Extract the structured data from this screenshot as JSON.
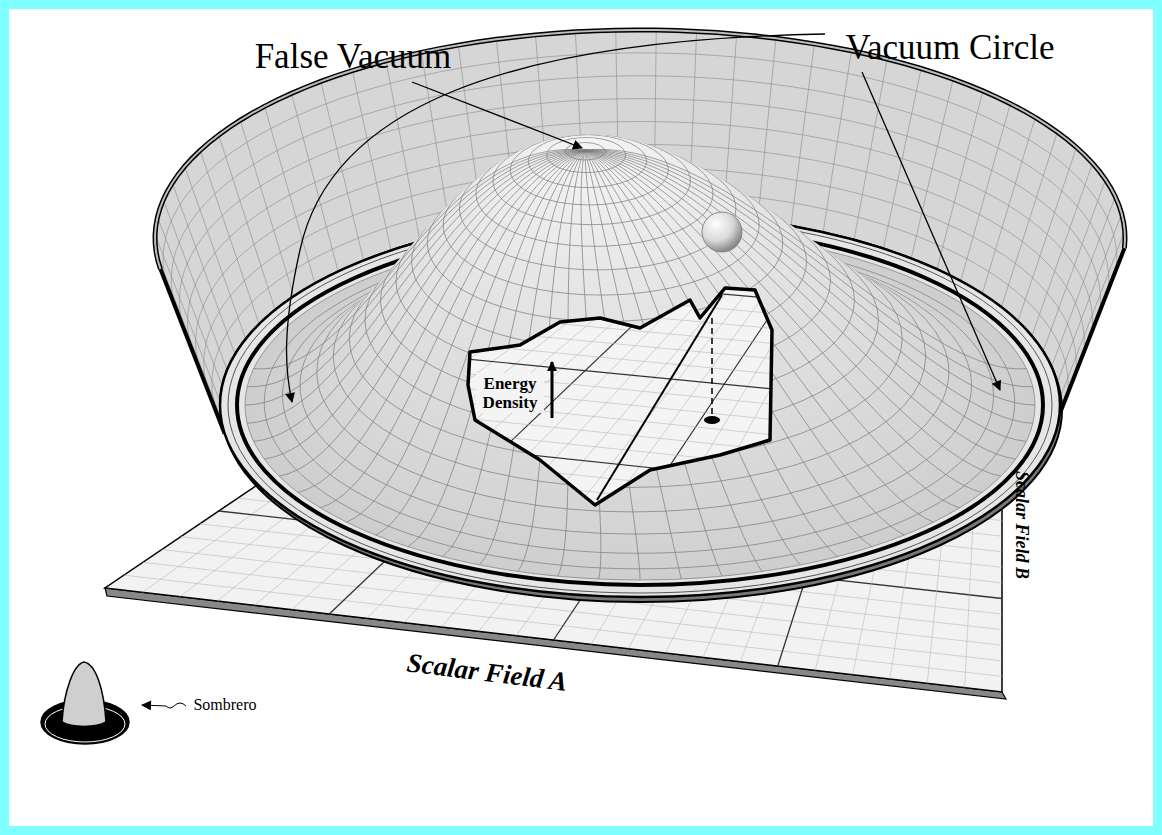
{
  "diagram": {
    "labels": [
      "False Vacuum",
      "Vacuum Circle",
      "Energy Density",
      "Scalar Field A",
      "Scalar Field B",
      "Sombrero"
    ]
  }
}
